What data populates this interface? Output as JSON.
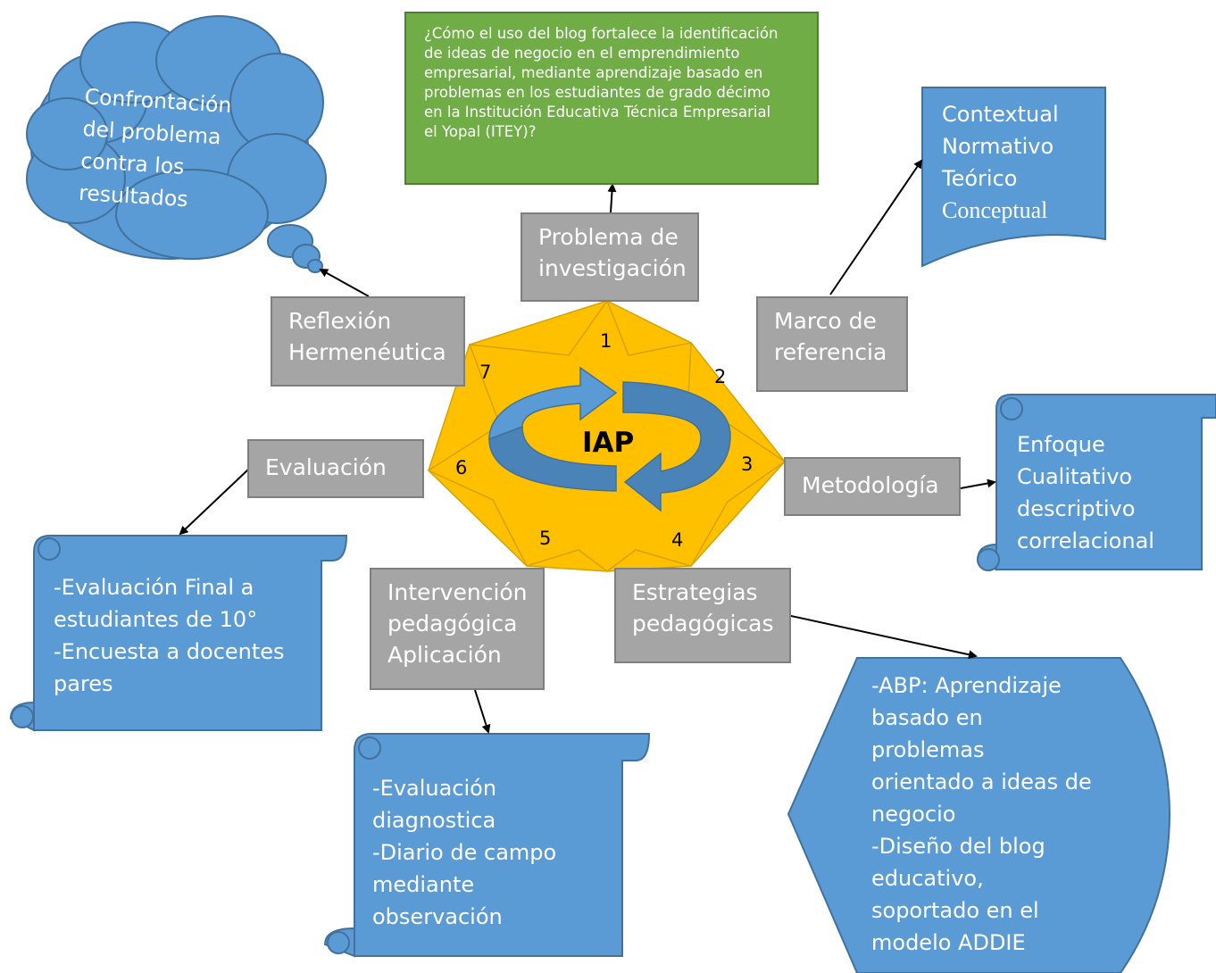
{
  "question_box": {
    "lines": [
      "¿Cómo el uso del blog fortalece la identificación",
      "de ideas de negocio en el emprendimiento",
      "empresarial, mediante aprendizaje basado en",
      "problemas en los estudiantes de grado décimo",
      "en la Institución Educativa Técnica Empresarial",
      "el Yopal (ITEY)?"
    ]
  },
  "center": {
    "label": "IAP"
  },
  "numbers": [
    "1",
    "2",
    "3",
    "4",
    "5",
    "6",
    "7"
  ],
  "steps": {
    "problema": [
      "Problema de",
      "investigación"
    ],
    "marco": [
      "Marco de",
      "referencia"
    ],
    "metodologia": [
      "Metodología"
    ],
    "estrategias": [
      "Estrategias",
      "pedagógicas"
    ],
    "intervencion": [
      "Intervención",
      "pedagógica",
      "Aplicación"
    ],
    "evaluacion": [
      "Evaluación"
    ],
    "reflexion": [
      "Reflexión",
      "Hermenéutica"
    ]
  },
  "notes": {
    "cloud": [
      "Confrontación",
      "del problema",
      "contra los",
      "resultados"
    ],
    "marco_doc": [
      "Contextual",
      "Normativo",
      "Teórico",
      "Conceptual"
    ],
    "metodologia_scroll": [
      "Enfoque",
      "Cualitativo",
      "descriptivo",
      "correlacional"
    ],
    "evaluacion_scroll": [
      "-Evaluación Final a",
      "estudiantes de 10°",
      "-Encuesta a docentes",
      "pares"
    ],
    "intervencion_scroll": [
      "-Evaluación",
      "diagnostica",
      "-Diario de campo",
      "mediante",
      "observación"
    ],
    "estrategias_display": [
      "-ABP: Aprendizaje",
      "basado en",
      "problemas",
      "orientado a ideas de",
      "negocio",
      "-Diseño del blog",
      "educativo,",
      "soportado en  el",
      "modelo ADDIE"
    ]
  },
  "colors": {
    "blue": "#5b9bd5",
    "blue_border": "#41719c",
    "gray": "#a5a5a5",
    "green": "#70ad47",
    "star": "#ffc000",
    "star_border": "#d6a200"
  }
}
